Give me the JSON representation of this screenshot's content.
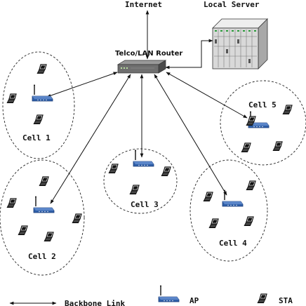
{
  "labels": {
    "internet": "Internet",
    "local_server": "Local Server",
    "router": "Telco/LAN Router"
  },
  "cells": [
    {
      "id": "cell1",
      "label": "Cell 1"
    },
    {
      "id": "cell2",
      "label": "Cell 2"
    },
    {
      "id": "cell3",
      "label": "Cell 3"
    },
    {
      "id": "cell4",
      "label": "Cell 4"
    },
    {
      "id": "cell5",
      "label": "Cell 5"
    }
  ],
  "legend": {
    "backbone_link": "Backbone Link",
    "ap": "AP",
    "sta": "STA"
  },
  "colors": {
    "ap_body": "#2f5fa8",
    "ap_dark": "#1f3f78",
    "router_body": "#6f6f6f",
    "server_body": "#d9d9d9",
    "line": "#111111"
  },
  "icons": {
    "ap": "access-point-icon",
    "sta": "laptop-icon",
    "router": "router-icon",
    "server": "server-rack-icon"
  }
}
